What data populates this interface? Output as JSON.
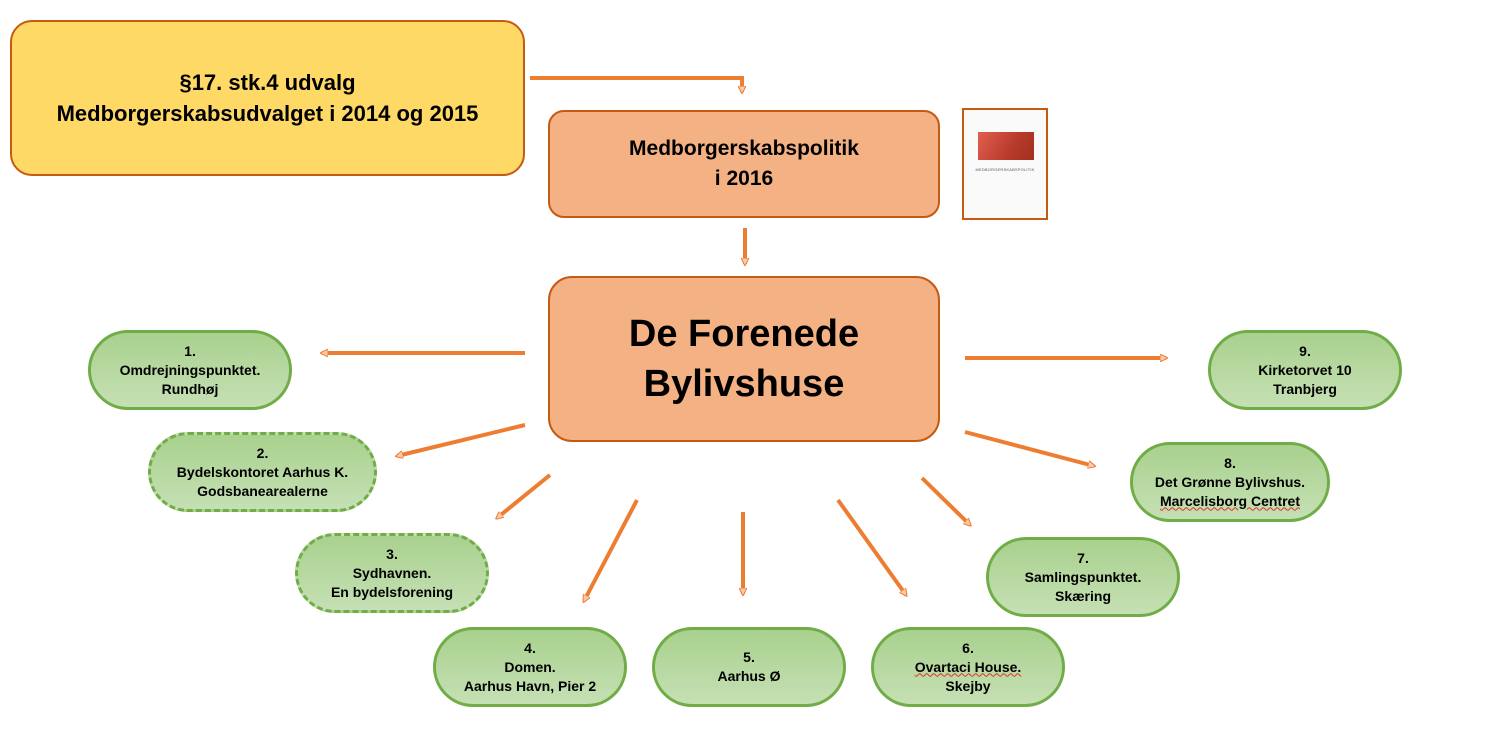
{
  "committee": {
    "line1": "§17. stk.4 udvalg",
    "line2": "Medborgerskabsudvalget i 2014 og 2015"
  },
  "policy": {
    "line1": "Medborgerskabspolitik",
    "line2": "i 2016"
  },
  "cover": {
    "title": "MEDBORGERSKABSPOLITIK"
  },
  "main": {
    "line1": "De Forenede",
    "line2": "Bylivshuse"
  },
  "houses": [
    {
      "num": "1.",
      "l1": "Omdrejningspunktet.",
      "l2": "Rundhøj"
    },
    {
      "num": "2.",
      "l1": "Bydelskontoret Aarhus K.",
      "l2": "Godsbanearealerne"
    },
    {
      "num": "3.",
      "l1": "Sydhavnen.",
      "l2": "En bydelsforening"
    },
    {
      "num": "4.",
      "l1": "Domen.",
      "l2": "Aarhus Havn, Pier 2"
    },
    {
      "num": "5.",
      "l1": "Aarhus Ø",
      "l2": ""
    },
    {
      "num": "6.",
      "l1": "Ovartaci House.",
      "l2": "Skejby"
    },
    {
      "num": "7.",
      "l1": "Samlingspunktet.",
      "l2": "Skæring"
    },
    {
      "num": "8.",
      "l1": "Det Grønne Bylivshus.",
      "l2": "Marcelisborg Centret"
    },
    {
      "num": "9.",
      "l1": "Kirketorvet 10",
      "l2": "Tranbjerg"
    }
  ],
  "colors": {
    "yellow": "#ffd966",
    "orange": "#f4b183",
    "border": "#c55a11",
    "green": "#a9d18e",
    "green_border": "#70ad47",
    "arrow": "#ed7d31"
  }
}
